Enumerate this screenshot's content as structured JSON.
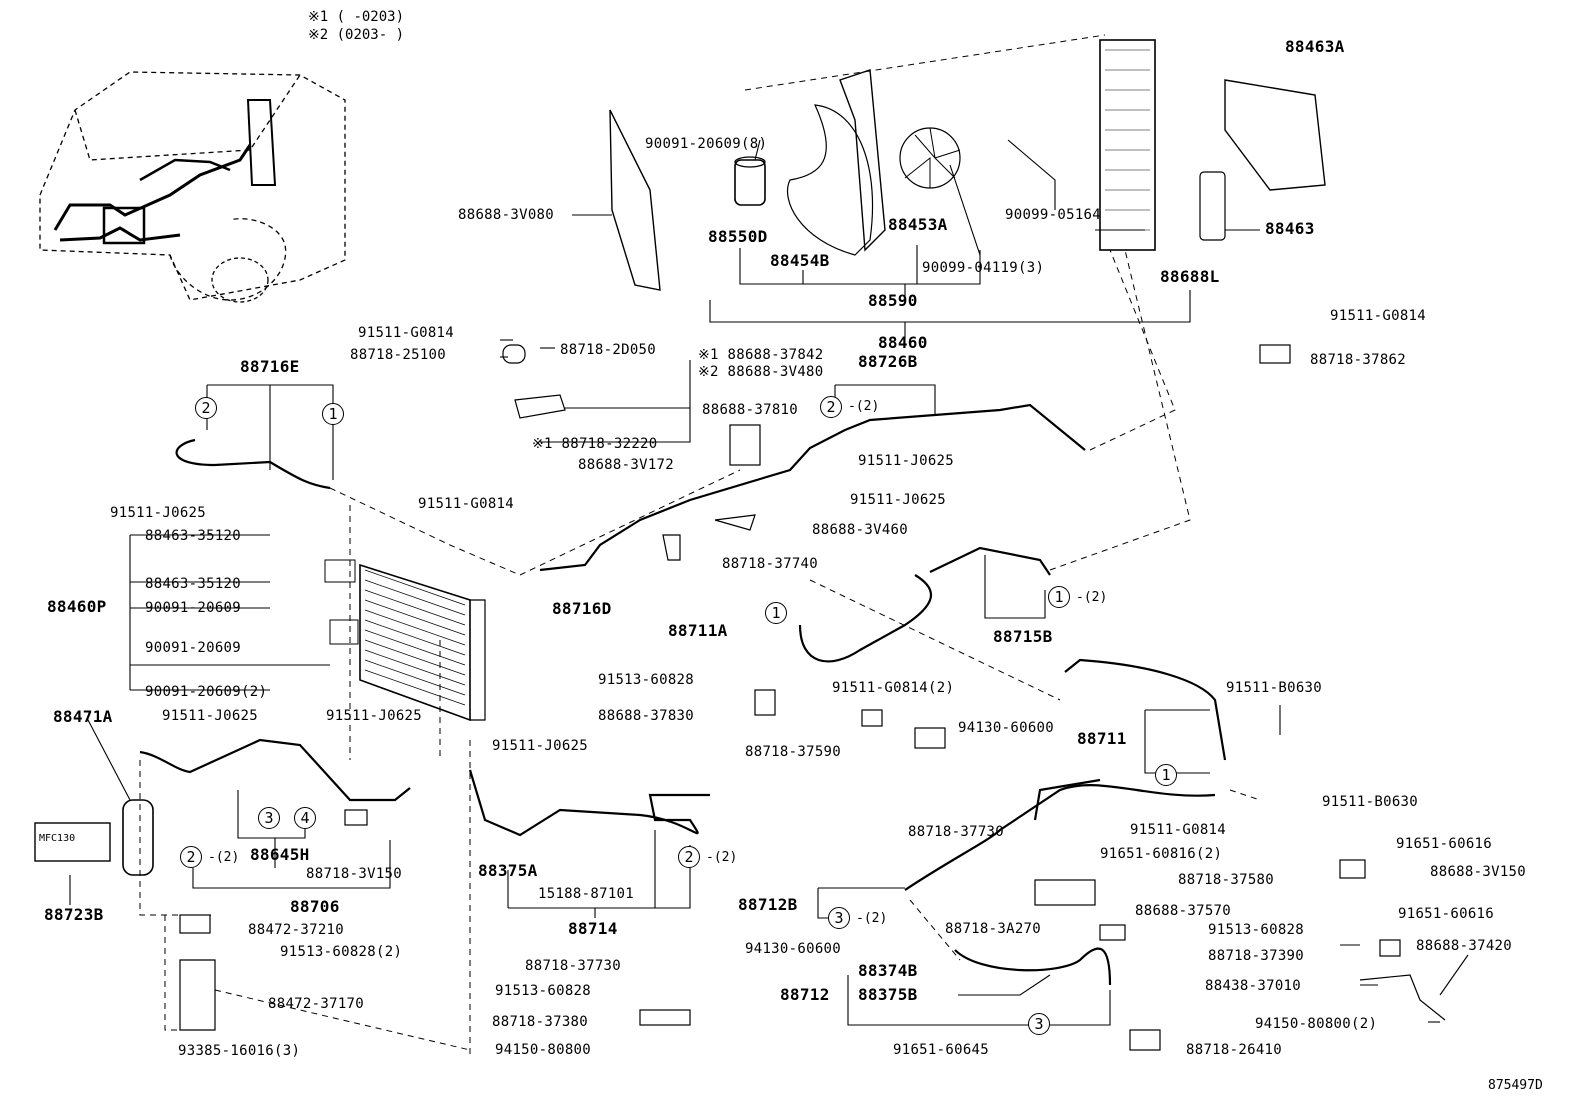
{
  "legend": {
    "line1": "※1 (    -0203)",
    "line2": "※2 (0203-    )"
  },
  "figure_id": "875497D",
  "parts": {
    "p88463A": "88463A",
    "p90091_20609_8": "90091-20609(8)",
    "p88688_3V080": "88688-3V080",
    "p88550D": "88550D",
    "p88454B": "88454B",
    "p88453A": "88453A",
    "p90099_05164": "90099-05164",
    "p88463": "88463",
    "p90099_04119_3": "90099-04119(3)",
    "p88688L": "88688L",
    "p88590": "88590",
    "p88460": "88460",
    "p91511_G0814_a": "91511-G0814",
    "p88718_25100": "88718-25100",
    "p88718_2D050": "88718-2D050",
    "p88688_37842": "※1 88688-37842",
    "p88688_3V480": "※2 88688-3V480",
    "p88726B": "88726B",
    "p91511_G0814_r": "91511-G0814",
    "p88718_37862": "88718-37862",
    "p88716E": "88716E",
    "p88688_37810": "88688-37810",
    "p88718_32220": "※1 88718-32220",
    "p88688_3V172": "88688-3V172",
    "p91511_J0625_m": "91511-J0625",
    "p91511_J0625_l": "91511-J0625",
    "p91511_G0814_m": "91511-G0814",
    "p91511_J0625_m2": "91511-J0625",
    "p88463_35120_a": "88463-35120",
    "p88688_3V460": "88688-3V460",
    "p88463_35120_b": "88463-35120",
    "p88718_37740": "88718-37740",
    "p88460P": "88460P",
    "p90091_20609_a": "90091-20609",
    "p88716D": "88716D",
    "p88711A": "88711A",
    "p88715B": "88715B",
    "p90091_20609_b": "90091-20609",
    "p91513_60828_a": "91513-60828",
    "p90091_20609_2": "90091-20609(2)",
    "p91511_G0814_2": "91511-G0814(2)",
    "p91511_B0630_a": "91511-B0630",
    "p88471A": "88471A",
    "p91511_J0625_b": "91511-J0625",
    "p91511_J0625_c": "91511-J0625",
    "p88688_37830": "88688-37830",
    "p94130_60600_a": "94130-60600",
    "p91511_J0625_d": "91511-J0625",
    "p88718_37590": "88718-37590",
    "p88711": "88711",
    "p91511_B0630_b": "91511-B0630",
    "p88718_37730_a": "88718-37730",
    "p91511_G0814_b": "91511-G0814",
    "p91651_60616_a": "91651-60616",
    "p88645H": "88645H",
    "p91651_60816_2": "91651-60816(2)",
    "p88688_3V150": "88688-3V150",
    "p88718_3V150": "88718-3V150",
    "p88375A": "88375A",
    "p88718_37580": "88718-37580",
    "p88723B": "88723B",
    "p88706": "88706",
    "p15188_87101": "15188-87101",
    "p88712B": "88712B",
    "p88688_37570": "88688-37570",
    "p91651_60616_b": "91651-60616",
    "p88472_37210": "88472-37210",
    "p88714": "88714",
    "p88718_3A270": "88718-3A270",
    "p91513_60828_b": "91513-60828",
    "p91513_60828_2": "91513-60828(2)",
    "p94130_60600_b": "94130-60600",
    "p88718_37390": "88718-37390",
    "p88688_37420": "88688-37420",
    "p88718_37730_b": "88718-37730",
    "p88374B": "88374B",
    "p91513_60828_c": "91513-60828",
    "p88438_37010": "88438-37010",
    "p88712": "88712",
    "p88375B": "88375B",
    "p88472_37170": "88472-37170",
    "p88718_37380": "88718-37380",
    "p94150_80800_2": "94150-80800(2)",
    "p93385_16016_3": "93385-16016(3)",
    "p94150_80800": "94150-80800",
    "p91651_60645": "91651-60645",
    "p88718_26410": "88718-26410",
    "mfc_label": "MFC130"
  },
  "markers": {
    "one": "1",
    "two": "2",
    "three": "3",
    "four": "4",
    "qty2": "-(2)"
  },
  "colors": {
    "line": "#000000",
    "background": "#ffffff"
  }
}
